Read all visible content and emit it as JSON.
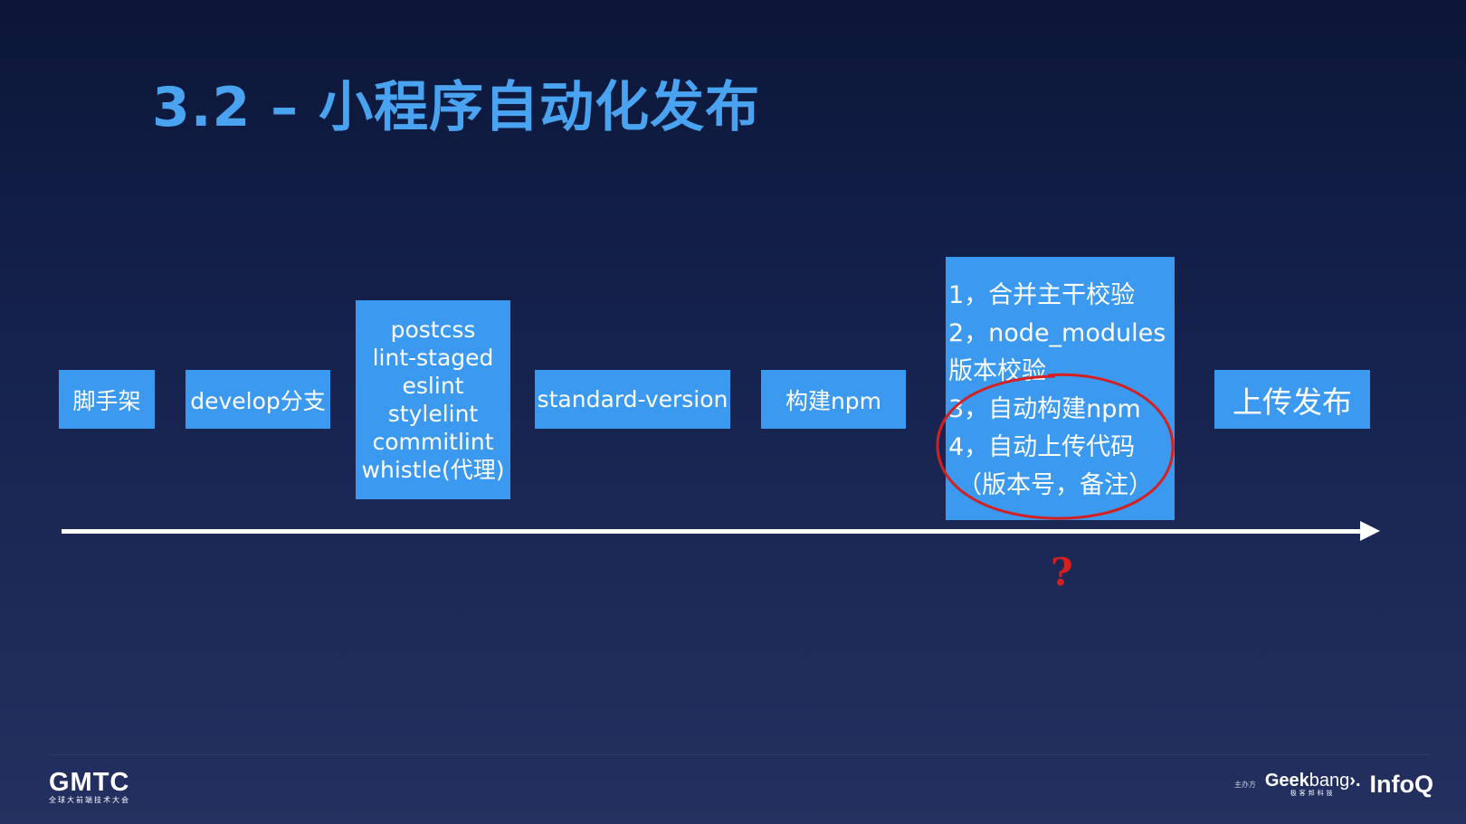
{
  "slide": {
    "title": "3.2 – 小程序自动化发布",
    "steps": [
      {
        "id": "scaffold",
        "lines": [
          "脚手架"
        ]
      },
      {
        "id": "develop-branch",
        "lines": [
          "develop分支"
        ]
      },
      {
        "id": "lint-tools",
        "lines": [
          "postcss",
          "lint-staged",
          "eslint",
          "stylelint",
          "commitlint",
          "whistle(代理)"
        ]
      },
      {
        "id": "standard-version",
        "lines": [
          "standard-version"
        ]
      },
      {
        "id": "build-npm",
        "lines": [
          "构建npm"
        ]
      },
      {
        "id": "ci-steps",
        "lines": [
          "1，合并主干校验",
          "2，node_modules",
          "版本校验",
          "3，自动构建npm",
          "4，自动上传代码",
          "（版本号，备注）"
        ]
      },
      {
        "id": "upload-release",
        "lines": [
          "上传发布"
        ]
      }
    ],
    "question_mark": "?"
  },
  "footer": {
    "gmtc_logo": "GMTC",
    "gmtc_subtitle": "全球大前端技术大会",
    "sponsor_label": "主办方",
    "geekbang_logo_bold": "Geek",
    "geekbang_logo_light": "bang",
    "geekbang_logo_mark": "›.",
    "geekbang_subtitle": "极客邦科技",
    "infoq_logo": "InfoQ"
  },
  "colors": {
    "box_fill": "#3b9af0",
    "title": "#4aa3f0",
    "highlight_circle": "#d42020",
    "timeline": "#ffffff"
  }
}
